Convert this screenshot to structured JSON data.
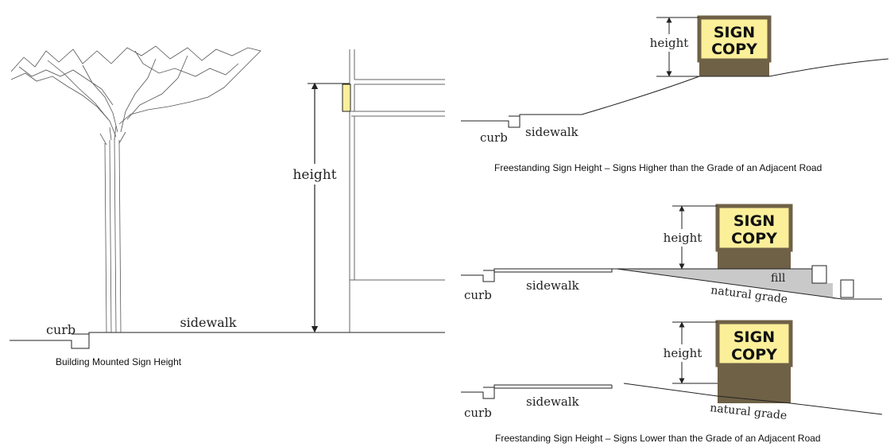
{
  "colors": {
    "sign_face": "#fbef9a",
    "sign_base": "#6f6146",
    "fill_area": "#c9c9c9",
    "line": "#222222"
  },
  "left_panel": {
    "height_label": "height",
    "sidewalk_label": "sidewalk",
    "curb_label": "curb",
    "caption": "Building Mounted Sign Height"
  },
  "top_right_panel": {
    "sign_line1": "SIGN",
    "sign_line2": "COPY",
    "height_label": "height",
    "curb_label": "curb",
    "sidewalk_label": "sidewalk",
    "caption": "Freestanding Sign Height – Signs Higher than the Grade of an Adjacent Road"
  },
  "middle_right_panel": {
    "sign_line1": "SIGN",
    "sign_line2": "COPY",
    "height_label": "height",
    "fill_label": "fill",
    "natural_grade_label": "natural grade",
    "curb_label": "curb",
    "sidewalk_label": "sidewalk"
  },
  "bottom_right_panel": {
    "sign_line1": "SIGN",
    "sign_line2": "COPY",
    "height_label": "height",
    "natural_grade_label": "natural grade",
    "curb_label": "curb",
    "sidewalk_label": "sidewalk",
    "caption": "Freestanding Sign Height – Signs Lower than the Grade of an Adjacent Road"
  }
}
